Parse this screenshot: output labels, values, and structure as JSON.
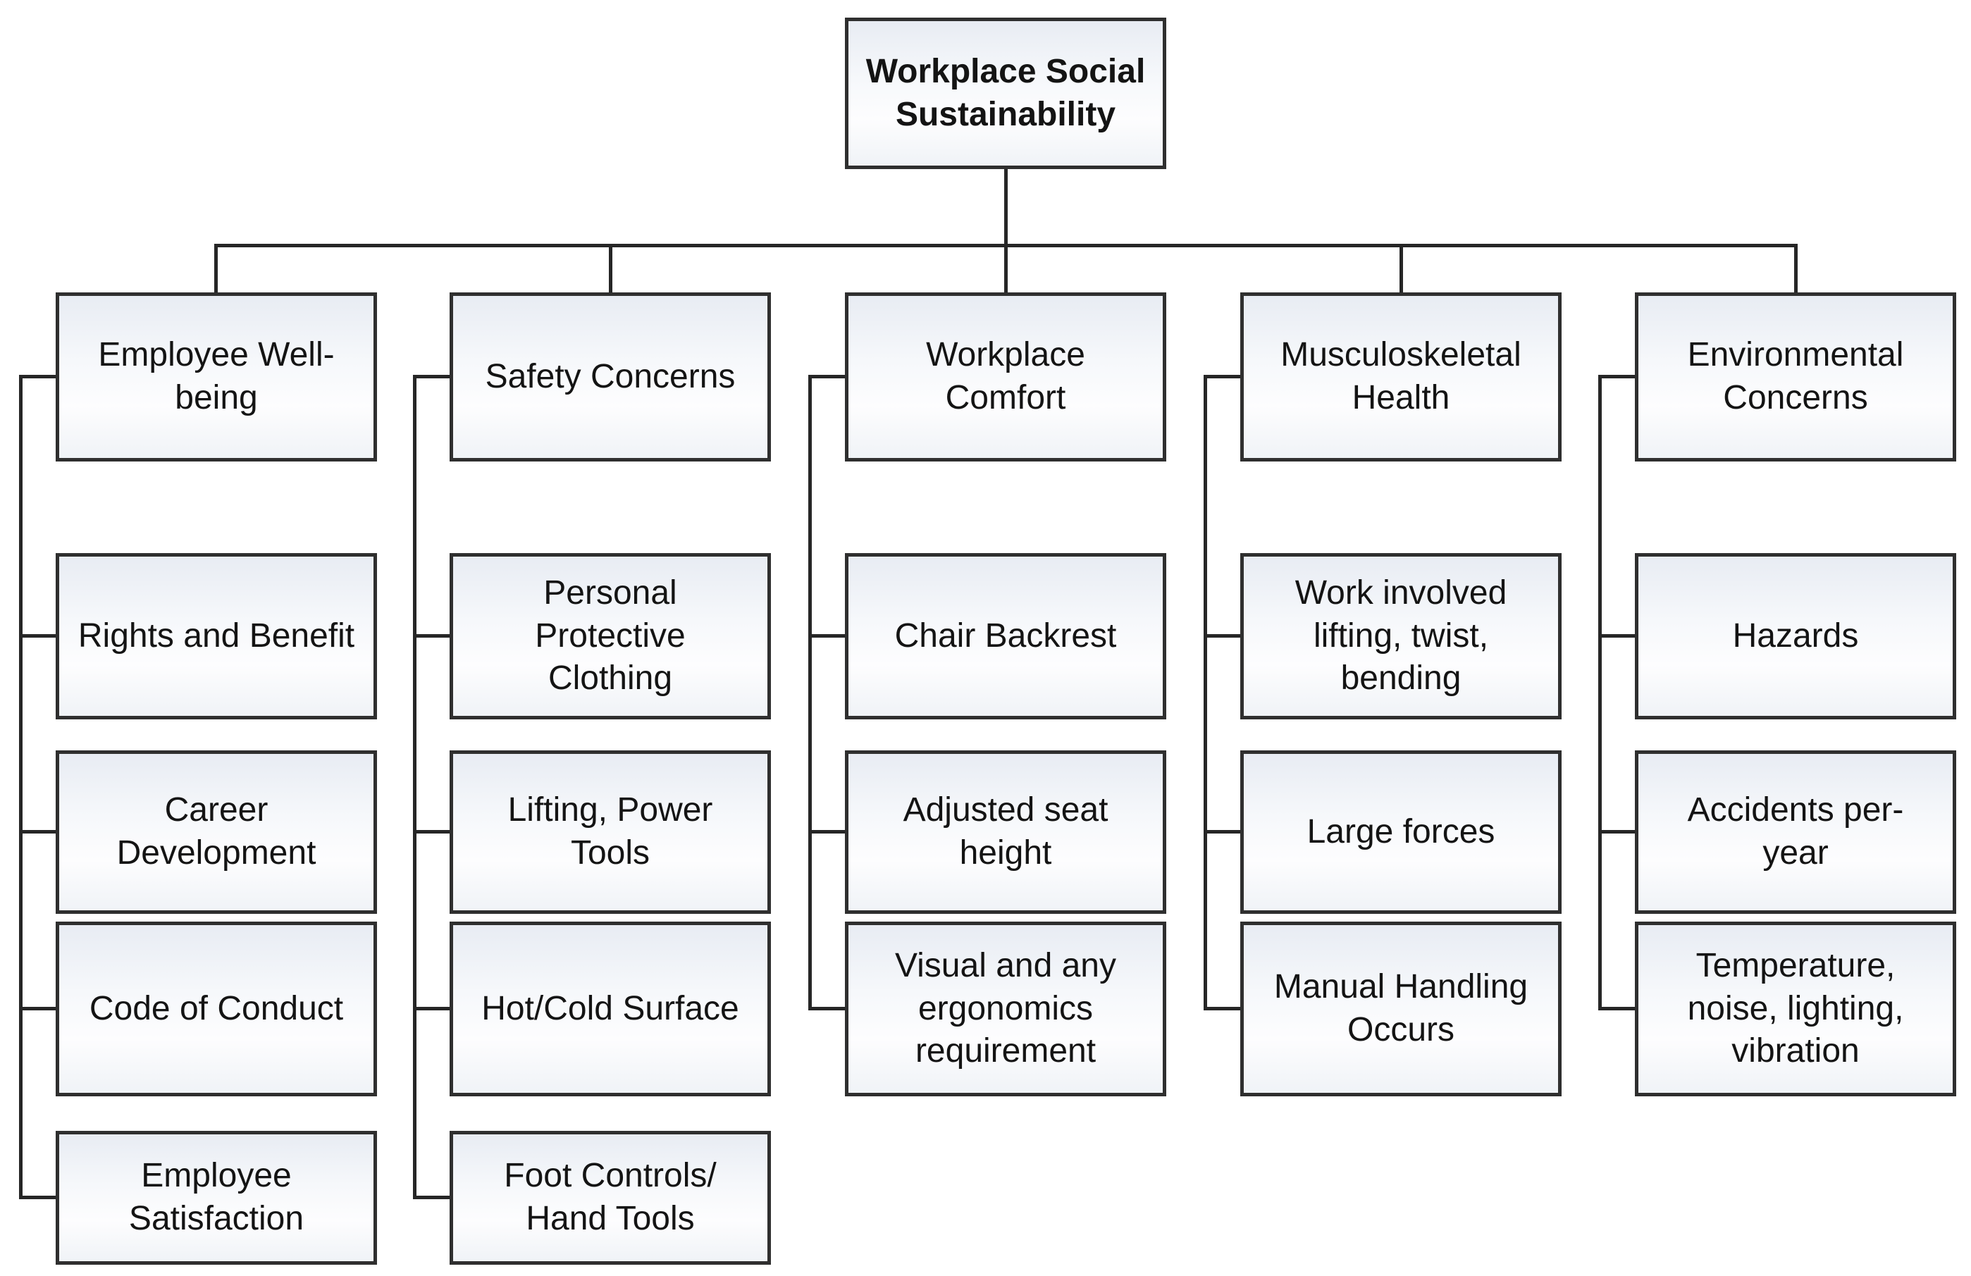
{
  "diagram": {
    "title": "Workplace Social Sustainability",
    "root": {
      "label": "Workplace Social Sustainability"
    },
    "branches": [
      {
        "label": "Employee Well-being",
        "children": [
          "Rights and Benefit",
          "Career Development",
          "Code of Conduct",
          "Employee Satisfaction"
        ]
      },
      {
        "label": "Safety Concerns",
        "children": [
          "Personal Protective Clothing",
          "Lifting, Power Tools",
          "Hot/Cold Surface",
          "Foot Controls/ Hand Tools"
        ]
      },
      {
        "label": "Workplace Comfort",
        "children": [
          "Chair Backrest",
          "Adjusted seat height",
          "Visual and any ergonomics requirement"
        ]
      },
      {
        "label": "Musculoskeletal Health",
        "children": [
          "Work involved lifting, twist, bending",
          "Large forces",
          "Manual Handling Occurs"
        ]
      },
      {
        "label": "Environmental Concerns",
        "children": [
          "Hazards",
          "Accidents per-year",
          "Temperature, noise, lighting, vibration"
        ]
      }
    ],
    "colors": {
      "background": "#ffffff",
      "box_border": "#2f2f2f",
      "box_fill_top": "#e8ecf3",
      "box_fill_bottom": "#f0f3f7",
      "connector": "#262626",
      "text": "#141414"
    }
  }
}
